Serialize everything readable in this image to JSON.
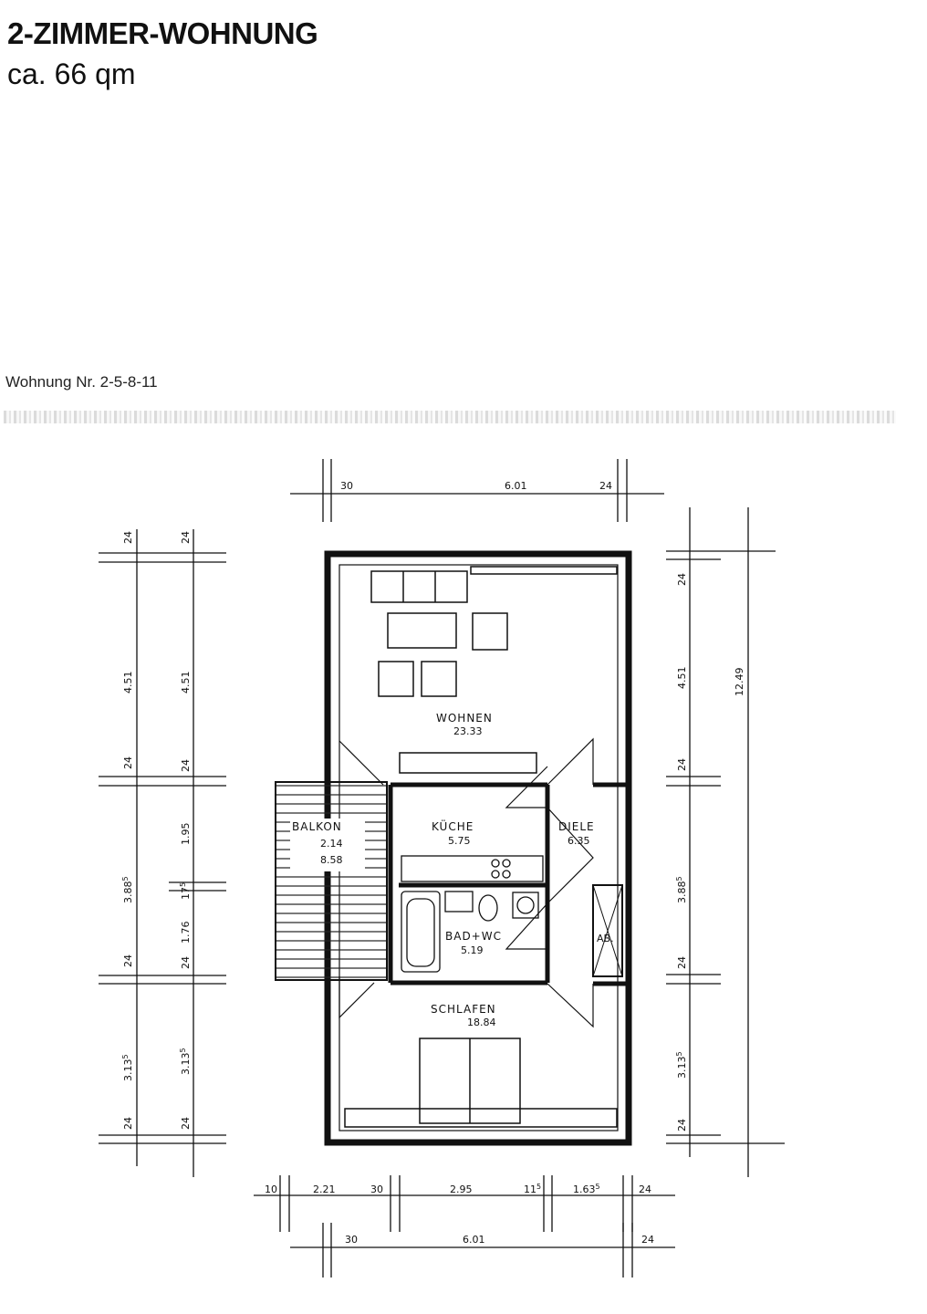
{
  "header": {
    "title": "2-ZIMMER-WOHNUNG",
    "subtitle": "ca. 66 qm",
    "unit_number": "Wohnung Nr. 2-5-8-11"
  },
  "rooms": {
    "wohnen": {
      "name": "WOHNEN",
      "area": "23.33"
    },
    "kueche": {
      "name": "KÜCHE",
      "area": "5.75"
    },
    "diele": {
      "name": "DIELE",
      "area": "6.35"
    },
    "balkon": {
      "name": "BALKON",
      "width": "2.14",
      "area": "8.58"
    },
    "bad": {
      "name": "BAD+WC",
      "area": "5.19"
    },
    "schlafen": {
      "name": "SCHLAFEN",
      "area": "18.84"
    },
    "ab": {
      "name": "AB."
    }
  },
  "dimensions": {
    "top": {
      "a": "30",
      "b": "6.01",
      "c": "24"
    },
    "left_outer": {
      "d1": "24",
      "d2": "4.51",
      "d3": "24",
      "d4": "3.88",
      "d4_sup": "5",
      "d5": "24",
      "d6": "3.13",
      "d6_sup": "5",
      "d7": "24"
    },
    "left_inner": {
      "d1": "24",
      "d2": "4.51",
      "d3": "24",
      "d4": "1.95",
      "d5": "17",
      "d5_sup": "5",
      "d6": "1.76",
      "d7": "24",
      "d8": "3.13",
      "d8_sup": "5",
      "d9": "24"
    },
    "right": {
      "d1": "24",
      "d2": "4.51",
      "d3": "24",
      "d4": "3.88",
      "d4_sup": "5",
      "d5": "24",
      "d6": "3.13",
      "d6_sup": "5",
      "d7": "24",
      "total": "12.49"
    },
    "bottom1": {
      "a": "10",
      "b": "2.21",
      "c": "30",
      "d": "2.95",
      "e": "11",
      "e_sup": "5",
      "f": "1.63",
      "f_sup": "5",
      "g": "24"
    },
    "bottom2": {
      "a": "30",
      "b": "6.01",
      "c": "24"
    }
  }
}
